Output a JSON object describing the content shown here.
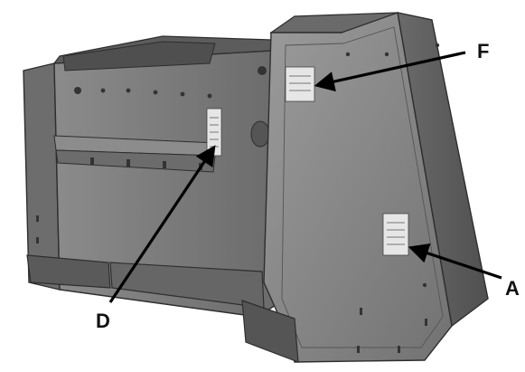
{
  "figure": {
    "callouts": [
      {
        "id": "F",
        "letter": "F"
      },
      {
        "id": "D",
        "letter": "D"
      },
      {
        "id": "A",
        "letter": "A"
      }
    ],
    "colors": {
      "body_dark": "#5f5f5f",
      "body_mid": "#7a7a7a",
      "body_light": "#9a9a9a",
      "top_face": "#6e6e6e",
      "outline": "#2e2e2e",
      "decal": "#e6e6e6",
      "arrow": "#000000"
    }
  }
}
